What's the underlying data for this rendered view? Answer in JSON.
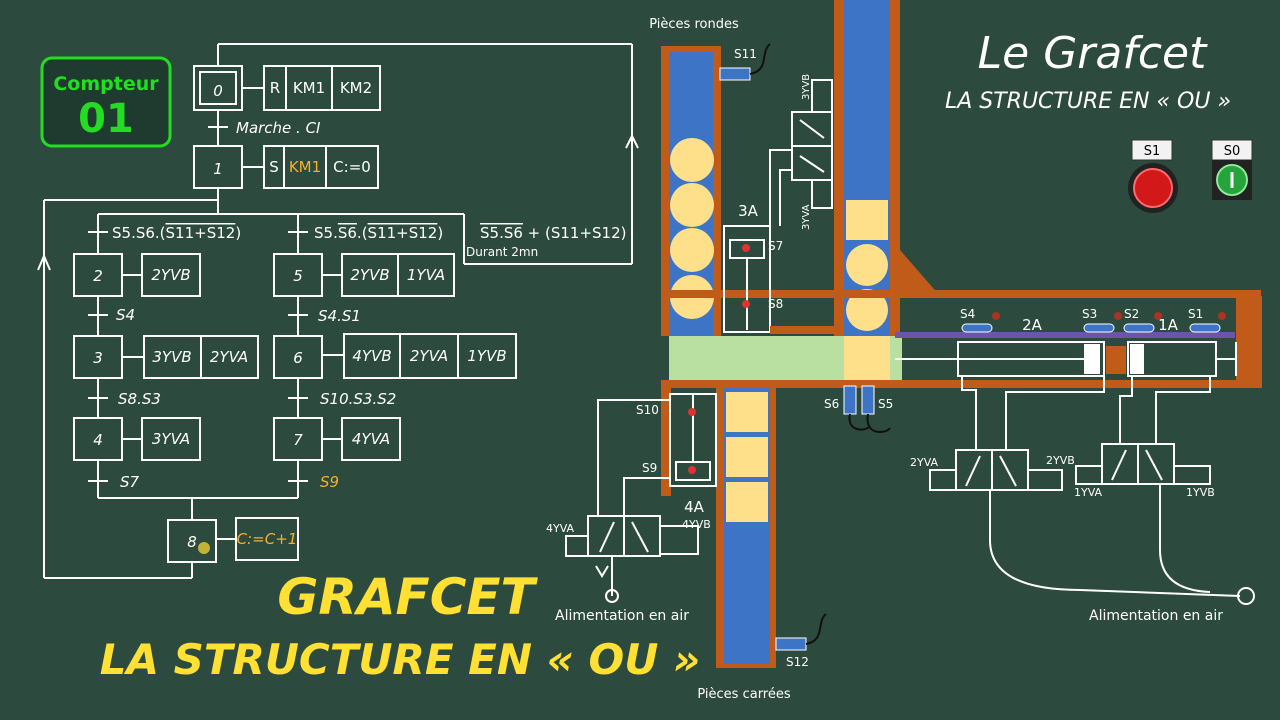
{
  "colors": {
    "board": "#2d4a3e",
    "chalk": "#ffffff",
    "accent_yellow": "#ffe033",
    "action_orange": "#f5b030",
    "counter_green": "#22dd22",
    "magazine_blue": "#3d74c6",
    "piece_yellow": "#ffe08a",
    "slot_green": "#b9e0a0",
    "frame_brown": "#c15b1a"
  },
  "counter": {
    "label": "Compteur",
    "value": "01"
  },
  "header": {
    "title": "Le Grafcet",
    "subtitle": "LA STRUCTURE EN « OU »"
  },
  "footer": {
    "title": "GRAFCET",
    "subtitle": "LA STRUCTURE EN « OU »"
  },
  "buttons": {
    "s1": "S1",
    "s0": "S0"
  },
  "grafcet": {
    "steps": {
      "s0": "0",
      "s1": "1",
      "s2": "2",
      "s3": "3",
      "s4": "4",
      "s5": "5",
      "s6": "6",
      "s7": "7",
      "s8": "8"
    },
    "actions": {
      "a0r": "R",
      "a0km1": "KM1",
      "a0km2": "KM2",
      "a1s": "S",
      "a1km1": "KM1",
      "a1c": "C:=0",
      "a2": "2YVB",
      "a3a": "3YVB",
      "a3b": "2YVA",
      "a4": "3YVA",
      "a5a": "2YVB",
      "a5b": "1YVA",
      "a6a": "4YVB",
      "a6b": "2YVA",
      "a6c": "1YVB",
      "a7": "4YVA",
      "a8": "C:=C+1"
    },
    "transitions": {
      "t0": "Marche . CI",
      "t1a_pre": "S5.S6.(",
      "t1a_bar": "S11+S12",
      "t1a_post": ")",
      "t1b_pre": "S5.",
      "t1b_bar1": "S6",
      "t1b_mid": ".(",
      "t1b_bar2": "S11+S12",
      "t1b_post": ")",
      "t1c_bar": "S5.S6",
      "t1c_post": " + (S11+S12)",
      "t1c_note": "Durant 2mn",
      "t2": "S4",
      "t3": "S8.S3",
      "t4": "S7",
      "t5": "S4.S1",
      "t6": "S10.S3.S2",
      "t7": "S9"
    }
  },
  "machine": {
    "label_round": "Pièces rondes",
    "label_square": "Pièces carrées",
    "air_left": "Alimentation en air",
    "air_right": "Alimentation en air",
    "cyl": {
      "c3a": "3A",
      "c4a": "4A",
      "c2a": "2A",
      "c1a": "1A"
    },
    "sensors": {
      "s11": "S11",
      "s7": "S7",
      "s8": "S8",
      "s10": "S10",
      "s9": "S9",
      "s6": "S6",
      "s5": "S5",
      "s12": "S12",
      "s4": "S4",
      "s3": "S3",
      "s2": "S2",
      "s1": "S1"
    },
    "valves": {
      "v3yvb": "3YVB",
      "v3yva": "3YVA",
      "v4yva": "4YVA",
      "v4yvb": "4YVB",
      "v2yva": "2YVA",
      "v2yvb": "2YVB",
      "v1yva": "1YVA",
      "v1yvb": "1YVB"
    }
  }
}
